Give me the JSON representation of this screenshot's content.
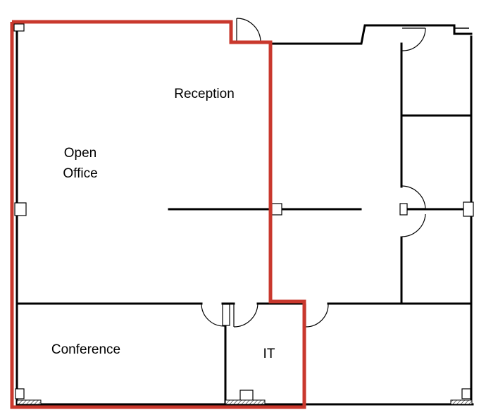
{
  "rooms": {
    "reception": "Reception",
    "open_office_line1": "Open",
    "open_office_line2": "Office",
    "conference": "Conference",
    "it": "IT"
  },
  "colors": {
    "highlight": "#c9382d",
    "walls": "#000000"
  }
}
